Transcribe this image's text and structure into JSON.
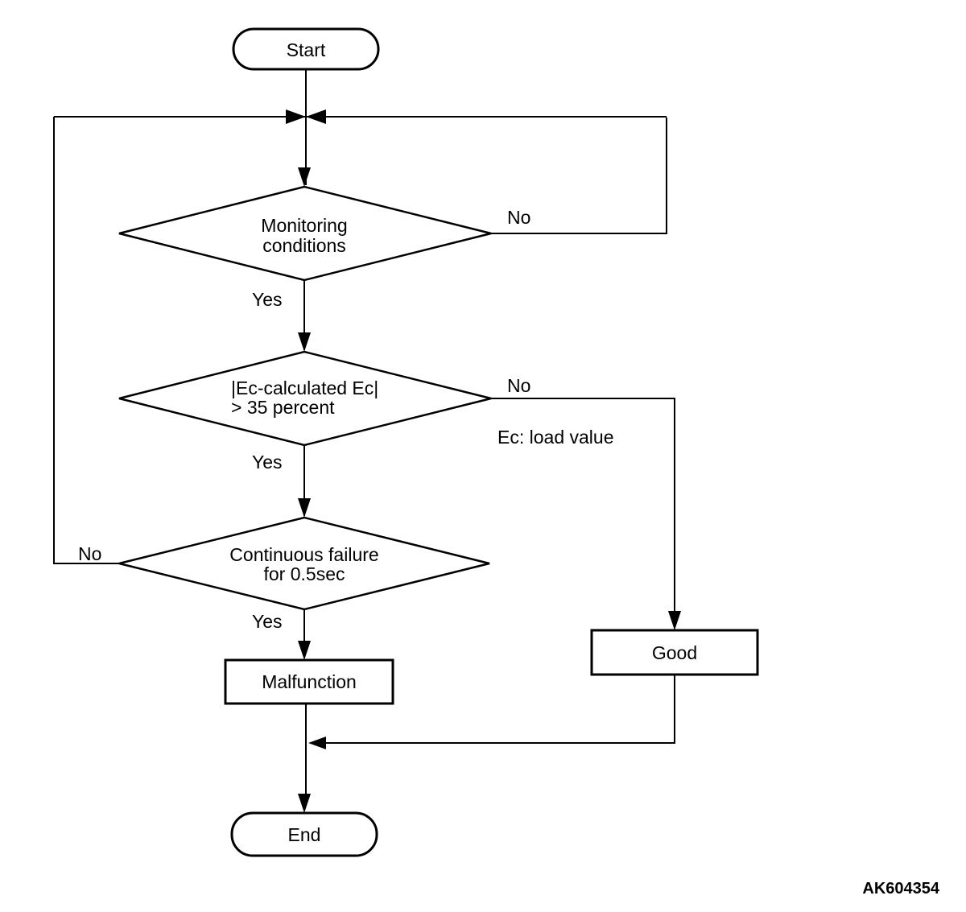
{
  "diagram": {
    "type": "flowchart",
    "figure_code": "AK604354",
    "colors": {
      "line": "#000000",
      "background": "#ffffff",
      "text": "#000000"
    },
    "nodes": {
      "start": {
        "shape": "terminator",
        "label": "Start"
      },
      "monitoring": {
        "shape": "decision",
        "line1": "Monitoring",
        "line2": "conditions"
      },
      "ec_check": {
        "shape": "decision",
        "line1": "|Ec-calculated Ec|",
        "line2": "> 35 percent"
      },
      "continuous": {
        "shape": "decision",
        "line1": "Continuous failure",
        "line2": "for 0.5sec"
      },
      "malfunction": {
        "shape": "process",
        "label": "Malfunction"
      },
      "good": {
        "shape": "process",
        "label": "Good"
      },
      "end": {
        "shape": "terminator",
        "label": "End"
      }
    },
    "edge_labels": {
      "monitoring_no": "No",
      "monitoring_yes": "Yes",
      "ec_no": "No",
      "ec_yes": "Yes",
      "continuous_no": "No",
      "continuous_yes": "Yes"
    },
    "annotations": {
      "ec_note": "Ec: load value"
    }
  }
}
